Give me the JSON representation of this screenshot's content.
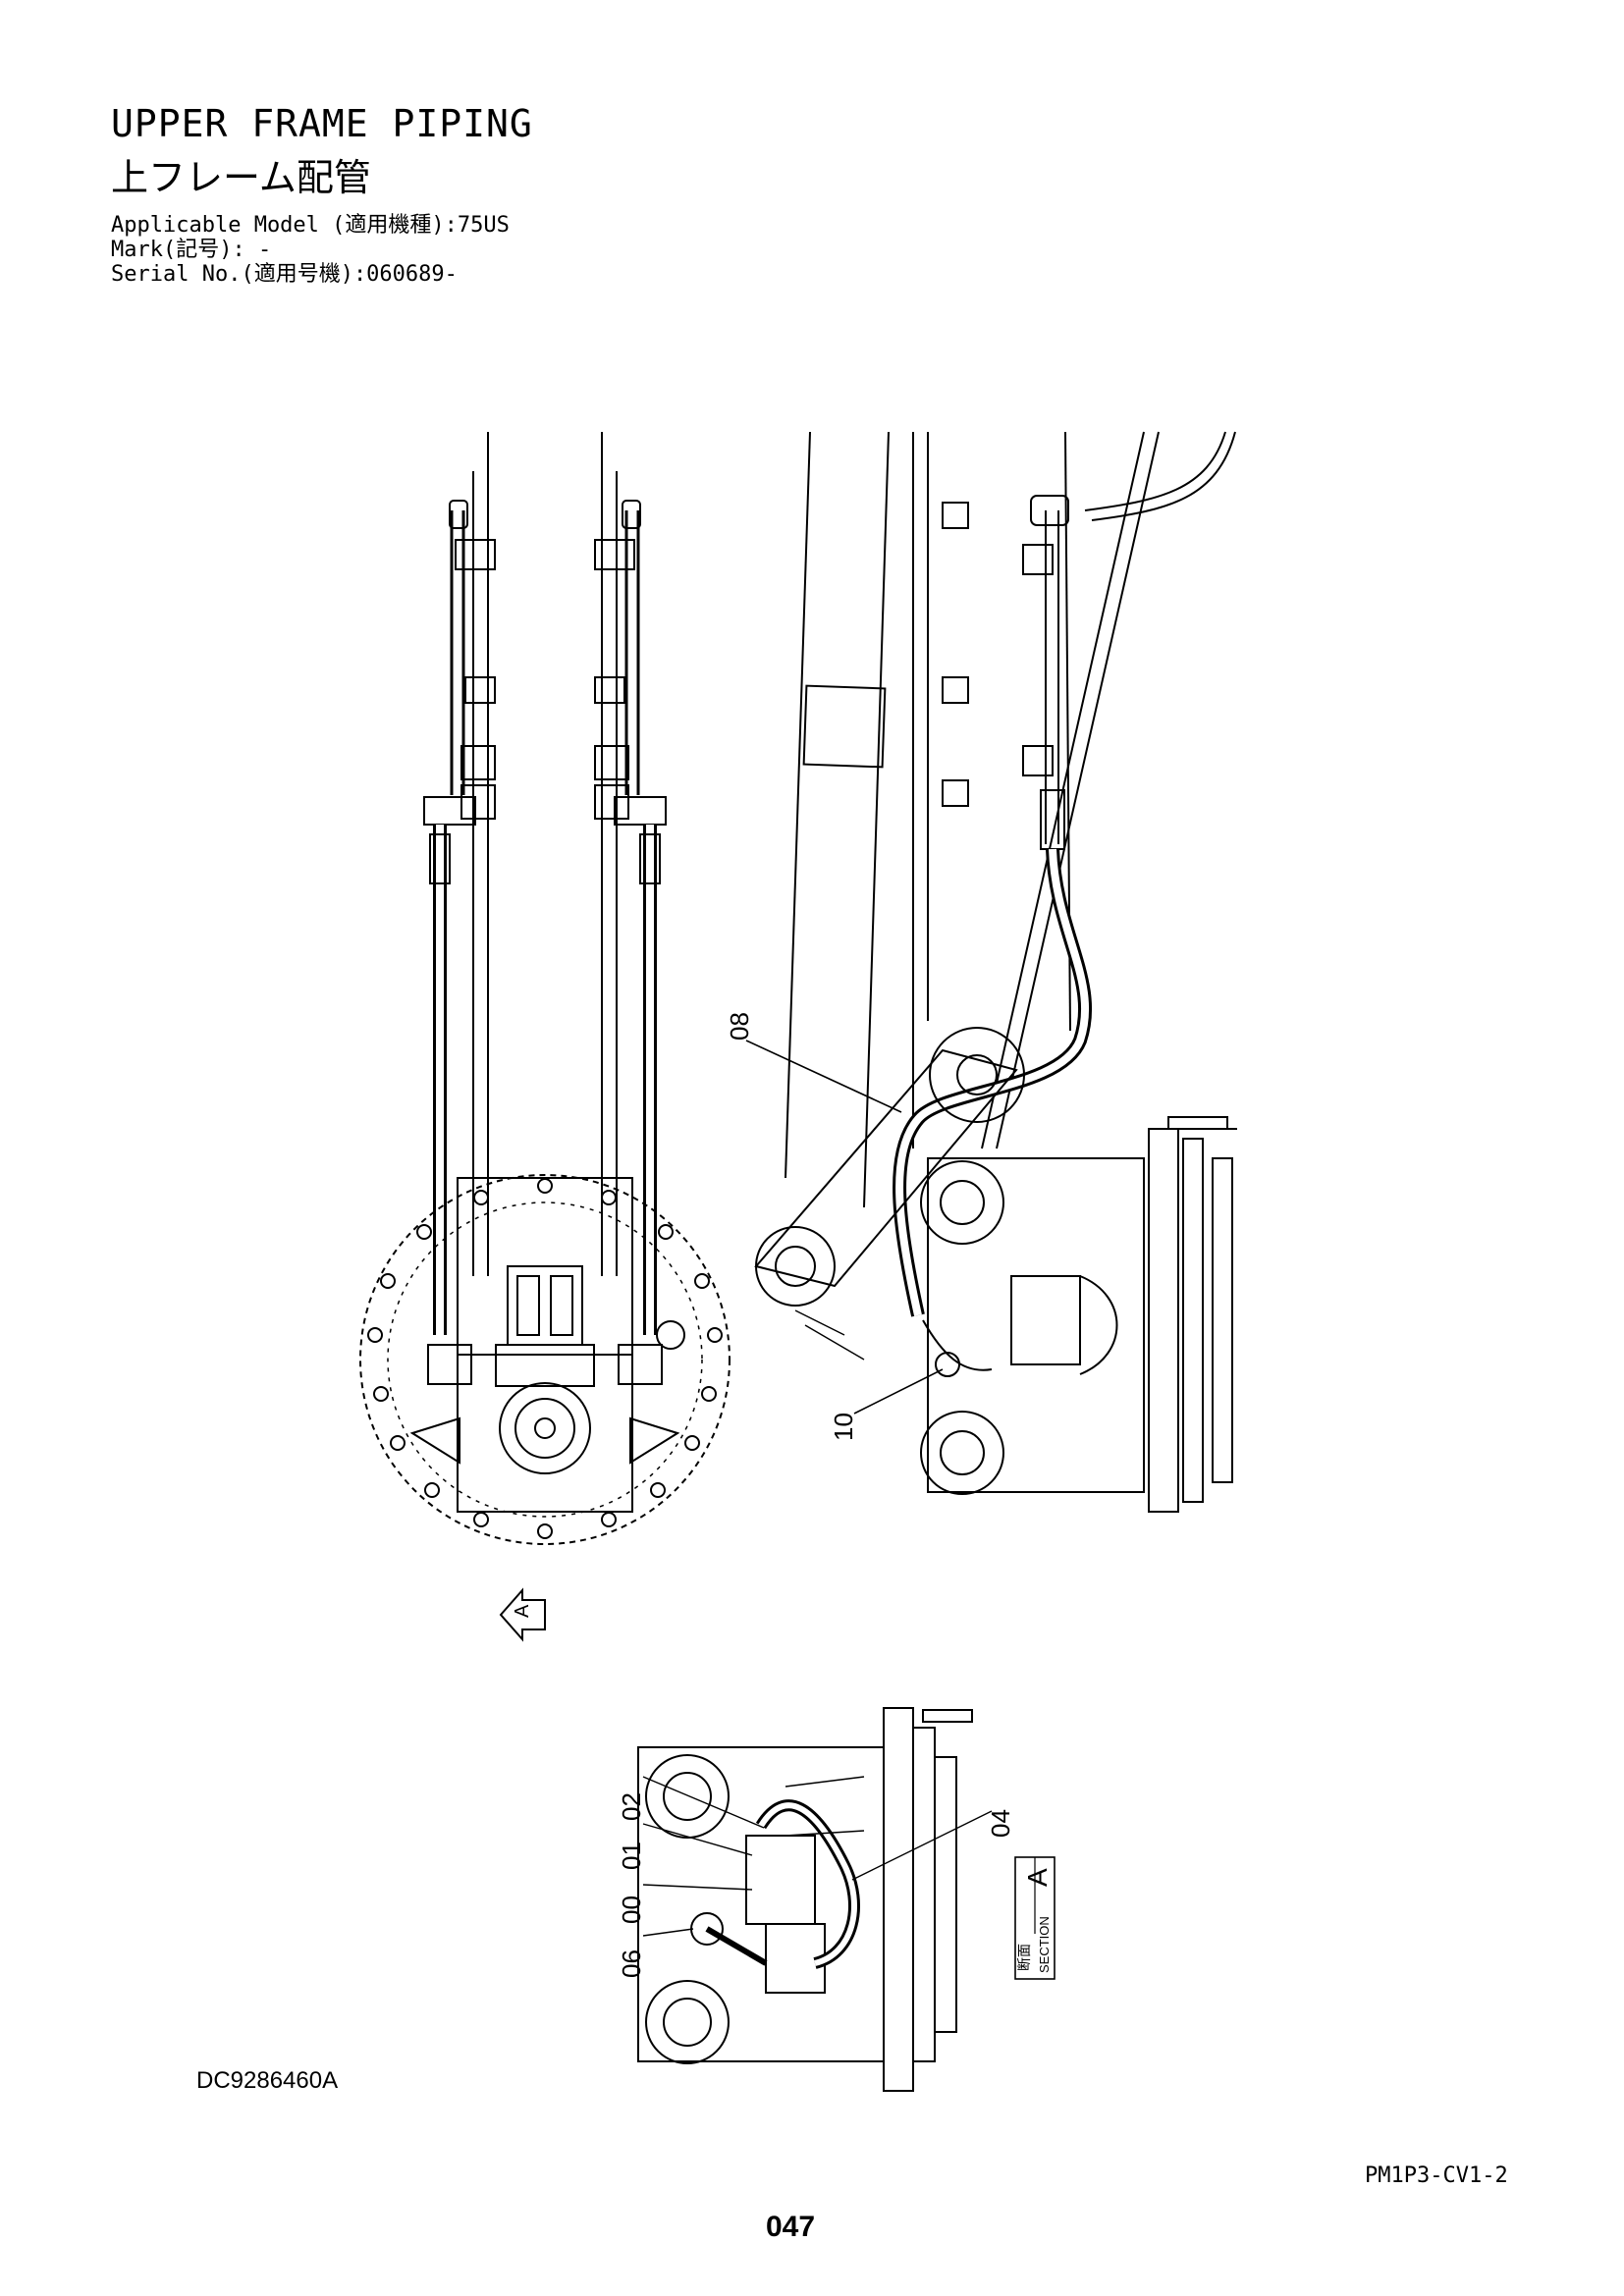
{
  "header": {
    "title_en": "UPPER FRAME PIPING",
    "title_jp": "上フレーム配管",
    "applicable_model": "Applicable Model (適用機種):75US",
    "mark": "Mark(記号): -",
    "serial": "Serial No.(適用号機):060689-"
  },
  "callouts": {
    "c08": "08",
    "c10": "10",
    "c02": "02",
    "c01": "01",
    "c00": "00",
    "c06": "06",
    "c04": "04",
    "view_arrow": "A"
  },
  "section_label": {
    "kanji": "断面",
    "english": "SECTION",
    "letter": "A"
  },
  "footer": {
    "drawing_code": "DC9286460A",
    "sheet_code": "PM1P3-CV1-2",
    "page_number": "047"
  }
}
